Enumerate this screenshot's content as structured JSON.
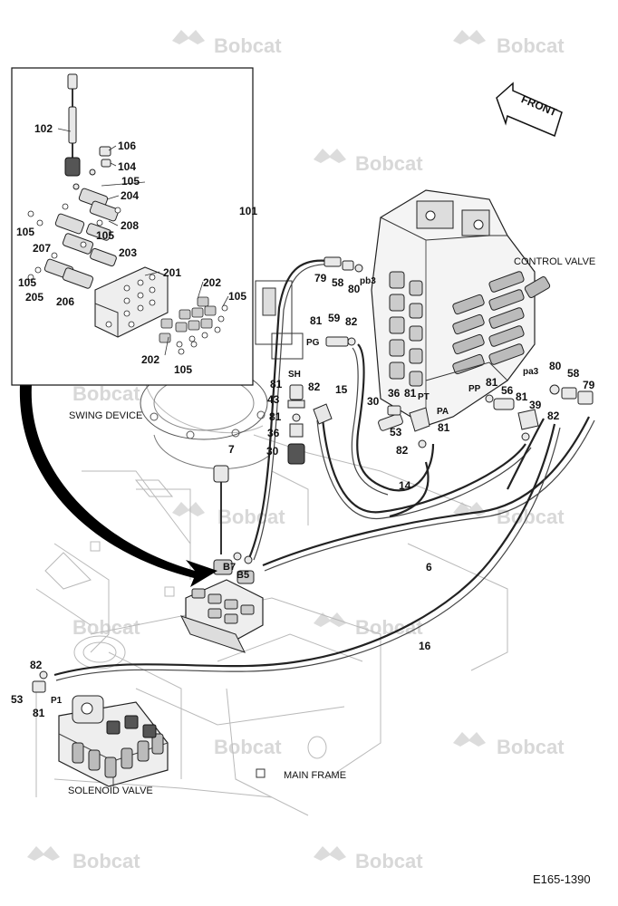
{
  "watermark": {
    "text": "Bobcat"
  },
  "orientation": {
    "label": "FRONT"
  },
  "captions": {
    "control_valve": "CONTROL VALVE",
    "swing_device": "SWING DEVICE",
    "main_frame": "MAIN FRAME",
    "solenoid_valve": "SOLENOID VALVE",
    "drawing_number": "E165-1390"
  },
  "inset_callouts": {
    "c102": "102",
    "c106": "106",
    "c104": "104",
    "c105a": "105",
    "c204": "204",
    "c101": "101",
    "c105b": "105",
    "c208": "208",
    "c105c": "105",
    "c207": "207",
    "c203": "203",
    "c201": "201",
    "c105d": "105",
    "c202a": "202",
    "c205": "205",
    "c206": "206",
    "c105e": "105",
    "c202b": "202",
    "c105f": "105"
  },
  "callouts": {
    "c79a": "79",
    "c58a": "58",
    "c80a": "80",
    "pb3": "pb3",
    "c81a": "81",
    "c59": "59",
    "c82a": "82",
    "pg": "PG",
    "sh": "SH",
    "c81b": "81",
    "c43": "43",
    "c82b": "82",
    "c15": "15",
    "c30a": "30",
    "c36a": "36",
    "c81c": "81",
    "pt": "PT",
    "pa": "PA",
    "c53a": "53",
    "c81d": "81",
    "c82c": "82",
    "c81e": "81",
    "c36b": "36",
    "c7": "7",
    "c30b": "30",
    "c14": "14",
    "pa3": "pa3",
    "c80b": "80",
    "c58b": "58",
    "c79b": "79",
    "pp": "PP",
    "c81f": "81",
    "c56": "56",
    "c81g": "81",
    "c39": "39",
    "c82d": "82",
    "b7": "B7",
    "b5": "B5",
    "c6": "6",
    "c16": "16",
    "c82e": "82",
    "c53b": "53",
    "p1": "P1",
    "c81h": "81"
  }
}
